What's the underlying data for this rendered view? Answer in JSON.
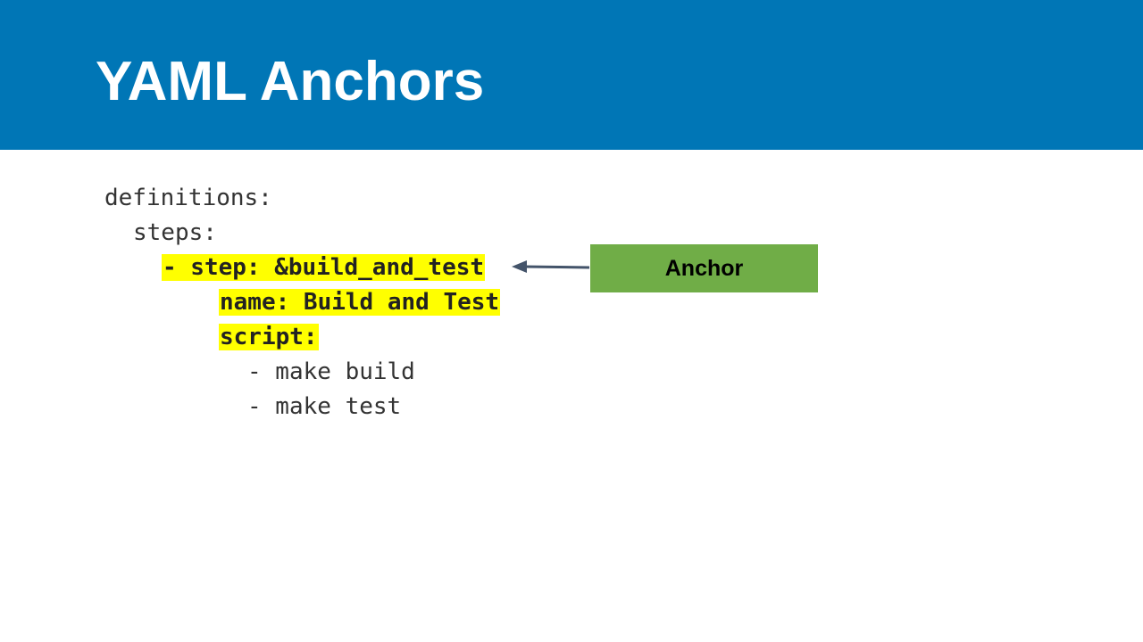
{
  "slide": {
    "title": "YAML Anchors",
    "colors": {
      "title_bar": "#0076b6",
      "highlight": "#ffff00",
      "callout_box": "#70ad47",
      "arrow": "#44546a"
    }
  },
  "code": {
    "lines": [
      "definitions:",
      "steps:",
      "- step: &build_and_test",
      "name: Build and Test",
      "script:",
      "- make build",
      "- make test"
    ]
  },
  "callout": {
    "label": "Anchor",
    "icon": "arrow-left-icon"
  }
}
